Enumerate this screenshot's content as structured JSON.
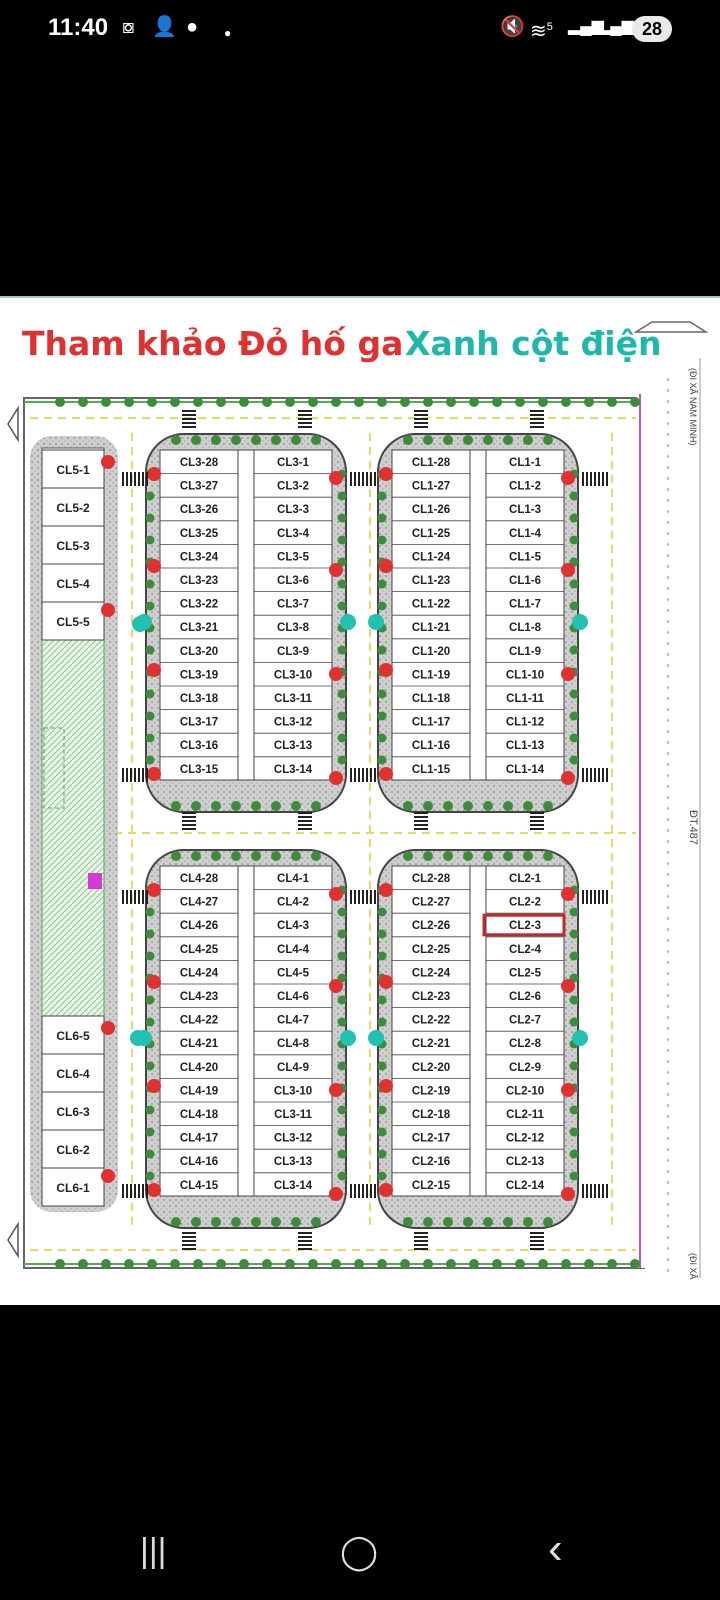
{
  "status_bar": {
    "time": "11:40",
    "icons": [
      "screenshot-icon",
      "add-contact-icon",
      "chat-bubble-icon",
      "dot-icon"
    ],
    "right_icons": [
      "mute-icon",
      "wifi-icon",
      "signal-icon",
      "signal-icon"
    ],
    "wifi_label": "5",
    "battery": "28"
  },
  "legend": {
    "reference": "Tham khảo",
    "red": "Đỏ hố ga",
    "green": "Xanh cột điện",
    "colors": {
      "reference": "#e03131",
      "red": "#e03131",
      "green": "#1fb8a8"
    }
  },
  "map": {
    "road_right_label": "ĐT.487",
    "road_top_label": "(ĐI XÃ NAM MINH)",
    "road_bottom_label": "(ĐI XÃ",
    "highlight_color": "#c0282d",
    "highlighted_lot": "CL2-3",
    "blocks": [
      {
        "id": "CL3",
        "left": [
          "CL3-28",
          "CL3-27",
          "CL3-26",
          "CL3-25",
          "CL3-24",
          "CL3-23",
          "CL3-22",
          "CL3-21",
          "CL3-20",
          "CL3-19",
          "CL3-18",
          "CL3-17",
          "CL3-16",
          "CL3-15"
        ],
        "right": [
          "CL3-1",
          "CL3-2",
          "CL3-3",
          "CL3-4",
          "CL3-5",
          "CL3-6",
          "CL3-7",
          "CL3-8",
          "CL3-9",
          "CL3-10",
          "CL3-11",
          "CL3-12",
          "CL3-13",
          "CL3-14"
        ]
      },
      {
        "id": "CL1",
        "left": [
          "CL1-28",
          "CL1-27",
          "CL1-26",
          "CL1-25",
          "CL1-24",
          "CL1-23",
          "CL1-22",
          "CL1-21",
          "CL1-20",
          "CL1-19",
          "CL1-18",
          "CL1-17",
          "CL1-16",
          "CL1-15"
        ],
        "right": [
          "CL1-1",
          "CL1-2",
          "CL1-3",
          "CL1-4",
          "CL1-5",
          "CL1-6",
          "CL1-7",
          "CL1-8",
          "CL1-9",
          "CL1-10",
          "CL1-11",
          "CL1-12",
          "CL1-13",
          "CL1-14"
        ]
      },
      {
        "id": "CL4",
        "left": [
          "CL4-28",
          "CL4-27",
          "CL4-26",
          "CL4-25",
          "CL4-24",
          "CL4-23",
          "CL4-22",
          "CL4-21",
          "CL4-20",
          "CL4-19",
          "CL4-18",
          "CL4-17",
          "CL4-16",
          "CL4-15"
        ],
        "right": [
          "CL4-1",
          "CL4-2",
          "CL4-3",
          "CL4-4",
          "CL4-5",
          "CL4-6",
          "CL4-7",
          "CL4-8",
          "CL4-9",
          "CL3-10",
          "CL3-11",
          "CL3-12",
          "CL3-13",
          "CL3-14"
        ]
      },
      {
        "id": "CL2",
        "left": [
          "CL2-28",
          "CL2-27",
          "CL2-26",
          "CL2-25",
          "CL2-24",
          "CL2-23",
          "CL2-22",
          "CL2-21",
          "CL2-20",
          "CL2-19",
          "CL2-18",
          "CL2-17",
          "CL2-16",
          "CL2-15"
        ],
        "right": [
          "CL2-1",
          "CL2-2",
          "CL2-3",
          "CL2-4",
          "CL2-5",
          "CL2-6",
          "CL2-7",
          "CL2-8",
          "CL2-9",
          "CL2-10",
          "CL2-11",
          "CL2-12",
          "CL2-13",
          "CL2-14"
        ]
      }
    ],
    "strip_top": [
      "CL5-1",
      "CL5-2",
      "CL5-3",
      "CL5-4",
      "CL5-5"
    ],
    "strip_bottom": [
      "CL6-5",
      "CL6-4",
      "CL6-3",
      "CL6-2",
      "CL6-1"
    ]
  },
  "nav_bar": {
    "recents": "|||",
    "home": "◯",
    "back": "‹"
  }
}
